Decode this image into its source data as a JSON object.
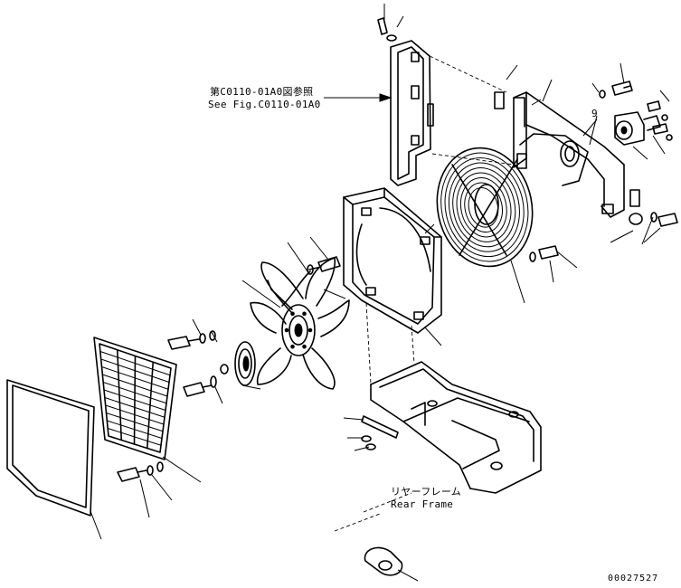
{
  "figure": {
    "ref_ja": "第C0110-01A0図参照",
    "ref_en": "See Fig.C0110-01A0",
    "frame_ja": "リヤーフレーム",
    "frame_en": "Rear Frame",
    "callout_number": "9",
    "drawing_code": "00027527"
  }
}
